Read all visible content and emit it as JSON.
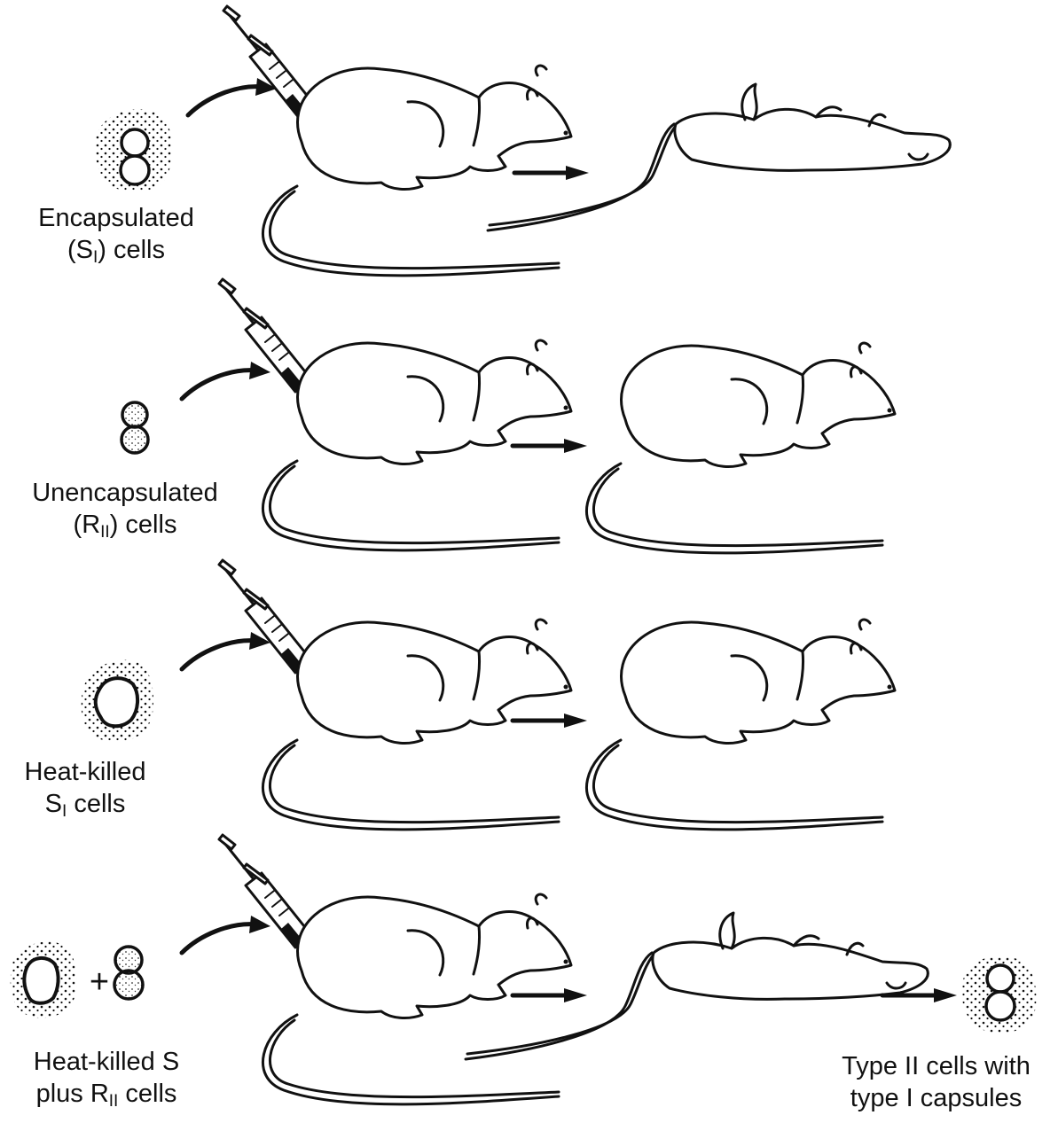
{
  "panels": [
    {
      "id": "encapsulated",
      "label_line1": "Encapsulated",
      "label_line2_pre": "(S",
      "label_line2_sub": "I",
      "label_line2_post": ") cells",
      "outcome": "dead"
    },
    {
      "id": "unencapsulated",
      "label_line1": "Unencapsulated",
      "label_line2_pre": "(R",
      "label_line2_sub": "II",
      "label_line2_post": ") cells",
      "outcome": "alive"
    },
    {
      "id": "heat-killed",
      "label_line1": "Heat-killed",
      "label_line2_pre": "S",
      "label_line2_sub": "I",
      "label_line2_post": " cells",
      "outcome": "alive"
    },
    {
      "id": "heat-killed-plus-r",
      "label_line1": "Heat-killed S",
      "label_line2_pre": "plus R",
      "label_line2_sub": "II",
      "label_line2_post": " cells",
      "outcome": "dead"
    }
  ],
  "result_label": {
    "line1": "Type II cells with",
    "line2": "type I capsules"
  },
  "symbols": {
    "plus": "+"
  },
  "colors": {
    "ink": "#111111",
    "background": "#ffffff"
  }
}
